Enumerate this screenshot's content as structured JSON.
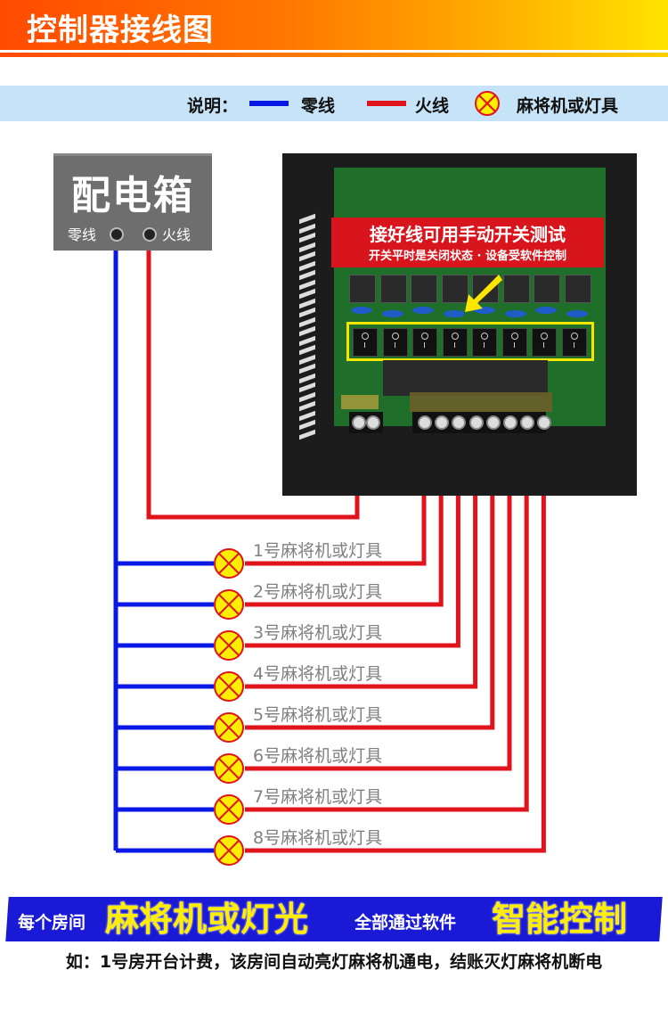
{
  "header": {
    "title": "控制器接线图"
  },
  "legend": {
    "intro": "说明：",
    "neutral_label": "零线",
    "live_label": "火线",
    "lamp_label": "麻将机或灯具",
    "neutral_color": "#0a18e6",
    "live_color": "#e0141c",
    "lamp_fill": "#ffee00",
    "icon": "lamp-cross-icon"
  },
  "distribution_box": {
    "title": "配电箱",
    "neutral_label": "零线",
    "live_label": "火线"
  },
  "controller": {
    "banner_main": "接好线可用手动开关测试",
    "banner_sub": "开关平时是关闭状态 · 设备受软件控制",
    "switch_count": 8
  },
  "devices": [
    {
      "label": "1号麻将机或灯具"
    },
    {
      "label": "2号麻将机或灯具"
    },
    {
      "label": "3号麻将机或灯具"
    },
    {
      "label": "4号麻将机或灯具"
    },
    {
      "label": "5号麻将机或灯具"
    },
    {
      "label": "6号麻将机或灯具"
    },
    {
      "label": "7号麻将机或灯具"
    },
    {
      "label": "8号麻将机或灯具"
    }
  ],
  "footer": {
    "part1": "每个房间",
    "part2": "麻将机或灯光",
    "part3": "全部通过软件",
    "part4": "智能控制",
    "note": "如：1号房开台计费，该房间自动亮灯麻将机通电，结账灭灯麻将机断电"
  }
}
